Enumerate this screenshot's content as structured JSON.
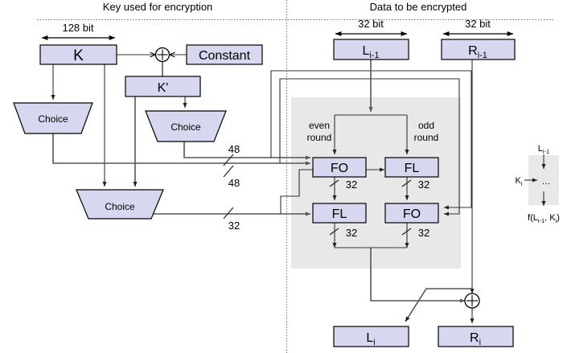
{
  "headers": {
    "left": "Key used for encryption",
    "right": "Data to be encrypted"
  },
  "dimensions": {
    "key_bits": "128 bit",
    "left_half_bits": "32 bit",
    "right_half_bits": "32 bit"
  },
  "key_side": {
    "k_box": "K",
    "constant_box": "Constant",
    "kprime_box": "K'",
    "choice_1": "Choice",
    "choice_2": "Choice",
    "choice_3": "Choice",
    "xor_symbol": "⊕"
  },
  "bus_labels": {
    "bus_48_upper": "48",
    "bus_48_lower": "48",
    "bus_32": "32"
  },
  "data_side": {
    "left_input": {
      "base": "L",
      "sub": "i-1"
    },
    "right_input": {
      "base": "R",
      "sub": "i-1"
    },
    "left_output": {
      "base": "L",
      "sub": "i"
    },
    "right_output": {
      "base": "R",
      "sub": "i"
    },
    "even_round_line1": "even",
    "even_round_line2": "round",
    "odd_round_line1": "odd",
    "odd_round_line2": "round",
    "blocks": {
      "top_left": "FO",
      "top_right": "FL",
      "bottom_left": "FL",
      "bottom_right": "FO"
    },
    "internal_bus_labels": {
      "fo_out_32": "32",
      "fl_out_32": "32",
      "fl2_out_32": "32",
      "fo2_out_32": "32"
    },
    "xor_symbol": "⊕"
  },
  "legend": {
    "input_base": "L",
    "input_sub": "i-1",
    "key_base": "K",
    "key_sub": "i",
    "ellipsis": "…",
    "output_base": "f(L",
    "output_sub1": "i-1",
    "output_mid": ", K",
    "output_sub2": "i",
    "output_end": ")"
  },
  "colors": {
    "box_fill": "#d7d7ef",
    "box_stroke": "#000000",
    "panel_fill": "#e8e8e8",
    "wire": "#555555",
    "background": "#ffffff"
  }
}
